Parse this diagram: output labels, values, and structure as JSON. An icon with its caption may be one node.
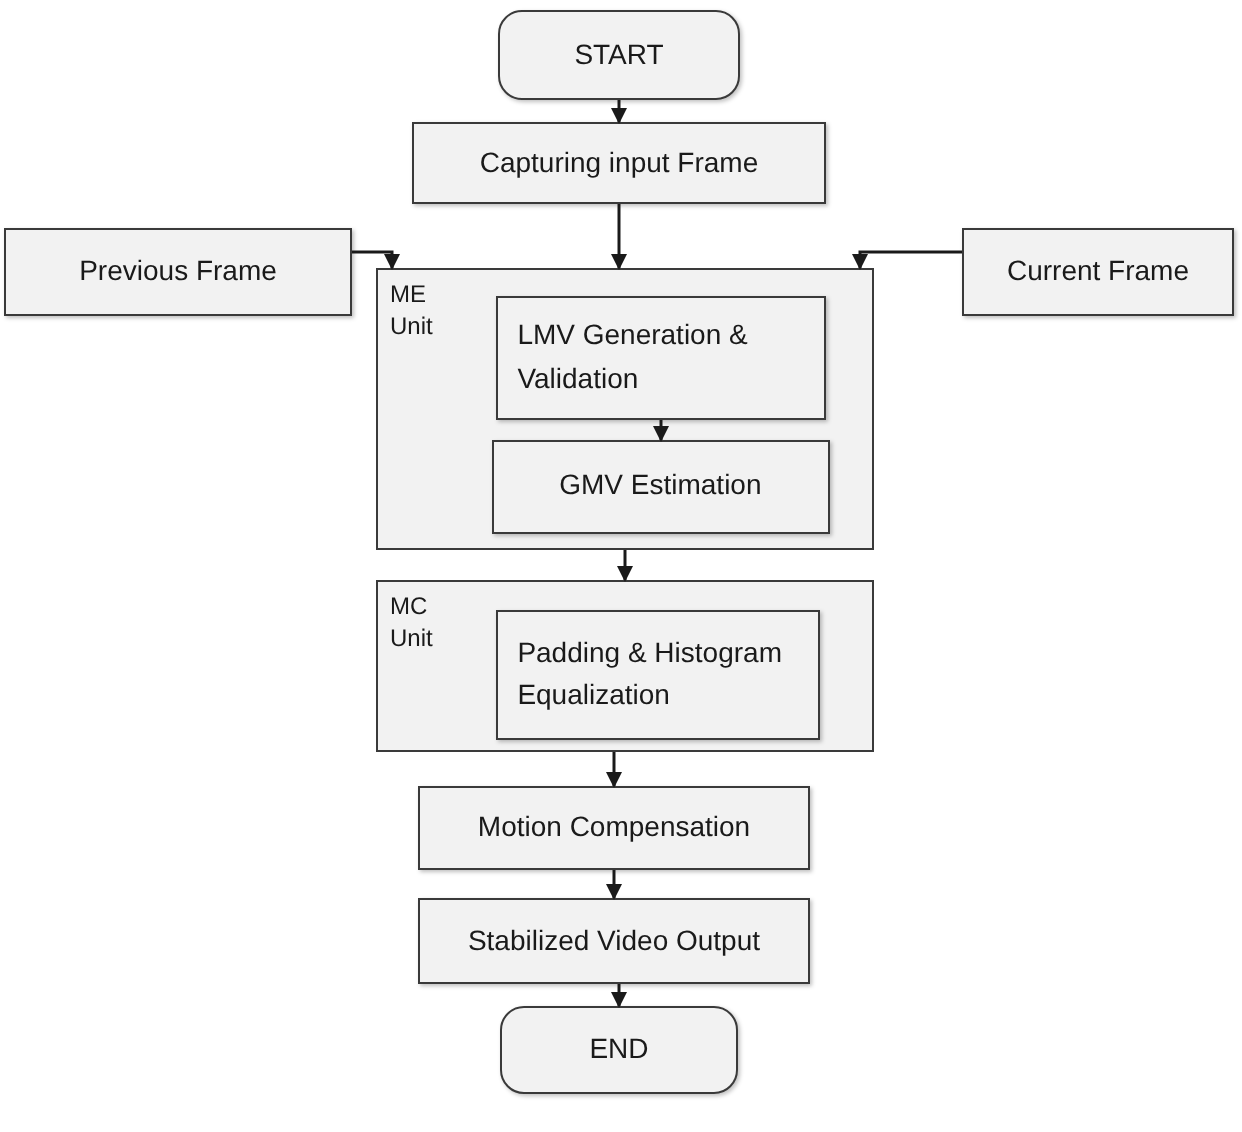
{
  "diagram": {
    "nodes": [
      {
        "text": [
          "START"
        ]
      },
      {
        "text": [
          "Capturing input Frame"
        ]
      },
      {
        "text": [
          "Previous Frame"
        ]
      },
      {
        "text": [
          "Current Frame"
        ]
      },
      {
        "text": [
          "ME Unit"
        ]
      },
      {
        "text": [
          "LMV Generation & Validation"
        ],
        "in": 4
      },
      {
        "text": [
          "GMV Estimation"
        ],
        "in": 4
      },
      {
        "text": [
          "MC Unit"
        ]
      },
      {
        "text": [
          "Padding & Histogram Equalization"
        ],
        "in": 7
      },
      {
        "text": [
          "Motion Compensation"
        ]
      },
      {
        "text": [
          "Stabilized Video Output"
        ]
      },
      {
        "text": [
          "END"
        ]
      }
    ],
    "edges": [
      {
        "from": 0,
        "to": 1,
        "arrow": "to"
      },
      {
        "from": 1,
        "to": 4,
        "arrow": "to"
      },
      {
        "from": 2,
        "to": 4,
        "arrow": "to"
      },
      {
        "from": 3,
        "to": 4,
        "arrow": "to"
      },
      {
        "from": 5,
        "to": 6,
        "arrow": "to"
      },
      {
        "from": 4,
        "to": 7,
        "arrow": "to"
      },
      {
        "from": 7,
        "to": 9,
        "arrow": "to"
      },
      {
        "from": 9,
        "to": 10,
        "arrow": "to"
      },
      {
        "from": 10,
        "to": 11,
        "arrow": "to"
      }
    ]
  }
}
